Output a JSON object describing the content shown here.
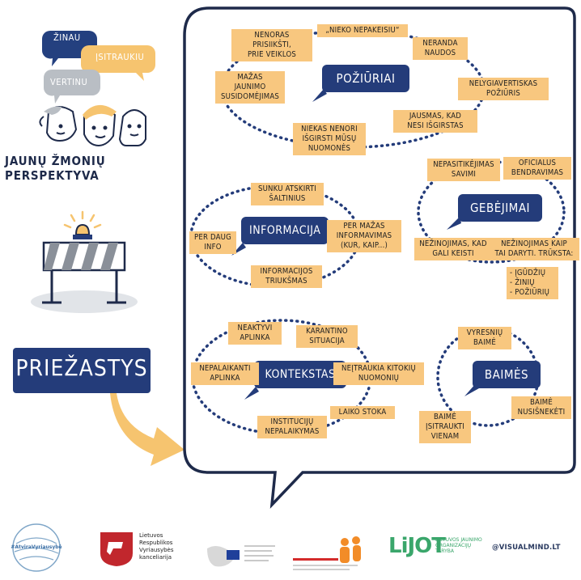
{
  "header": {
    "speech_bubbles": [
      "Žinau",
      "Įsitraukiu",
      "Vertinu"
    ],
    "title": "Jaunų žmonių perspektyva"
  },
  "sidebar": {
    "reasons_label": "Priežastys"
  },
  "sections": {
    "poziuriai": {
      "title": "Požiūriai",
      "tags": [
        "Nenoras prisiikšti,\nprie veiklos",
        "„Nieko nepakeisiu“",
        "Neranda\nnaudos",
        "Nelygiavertiskas\npožiūris",
        "Jausmas, kad\nnesi išgirstas",
        "Niekas nenori\nišgirsti mūsų\nnuomonės",
        "Mažas\njaunimo\nsusidomėjimas"
      ]
    },
    "gebejimai": {
      "title": "Gebėjimai",
      "tags": [
        "Nepasitikėjimas\nsavimi",
        "Oficialus\nbendravimas",
        "Nežinojimas, kad\ngali keisti",
        "Nežinojimas kaip\ntai daryti. Trūksta:",
        "- įgūdžių\n- žinių\n- požiūrių"
      ]
    },
    "informacija": {
      "title": "Informacija",
      "tags": [
        "Sunku atskirti\nšaltinius",
        "Per daug\ninfo",
        "Per mažas\ninformavimas\n(kur, kaip...)",
        "Informacijos\ntriukšmas"
      ]
    },
    "kontekstas": {
      "title": "Kontekstas",
      "tags": [
        "Neaktyvi\naplinka",
        "Karantino\nsituacija",
        "Nepalaikanti\naplinka",
        "Neįtraukia kitokių\nnuomonių",
        "Laiko stoka",
        "Institucijų\nnepalaikymas"
      ]
    },
    "baimes": {
      "title": "Baimės",
      "tags": [
        "Vyresnių\nbaimė",
        "Baimė\nnusišnekėti",
        "Baimė\nįsitraukti\nvienam"
      ]
    }
  },
  "footer": {
    "logos": [
      {
        "name": "atvira-vyriausybe",
        "text": "#AtviraVyriausybė"
      },
      {
        "name": "lrvk",
        "text": "Lietuvos\nRespublikos\nVyriausybės\nkanceliarija"
      },
      {
        "name": "eu-fund",
        "text": ""
      },
      {
        "name": "partner",
        "text": ""
      },
      {
        "name": "ljot",
        "text": "LiJOT",
        "subtext": "Lietuvos jaunimo\norganizacijų\ntaryba"
      },
      {
        "name": "visualmind",
        "text": "@VISUALMIND.LT"
      }
    ]
  },
  "colors": {
    "navy": "#243c7a",
    "tag_yellow": "#f8c77f",
    "arrow_yellow": "#f6c46f",
    "bubble_blue": "#24407f",
    "bubble_grey": "#b9bec4"
  }
}
